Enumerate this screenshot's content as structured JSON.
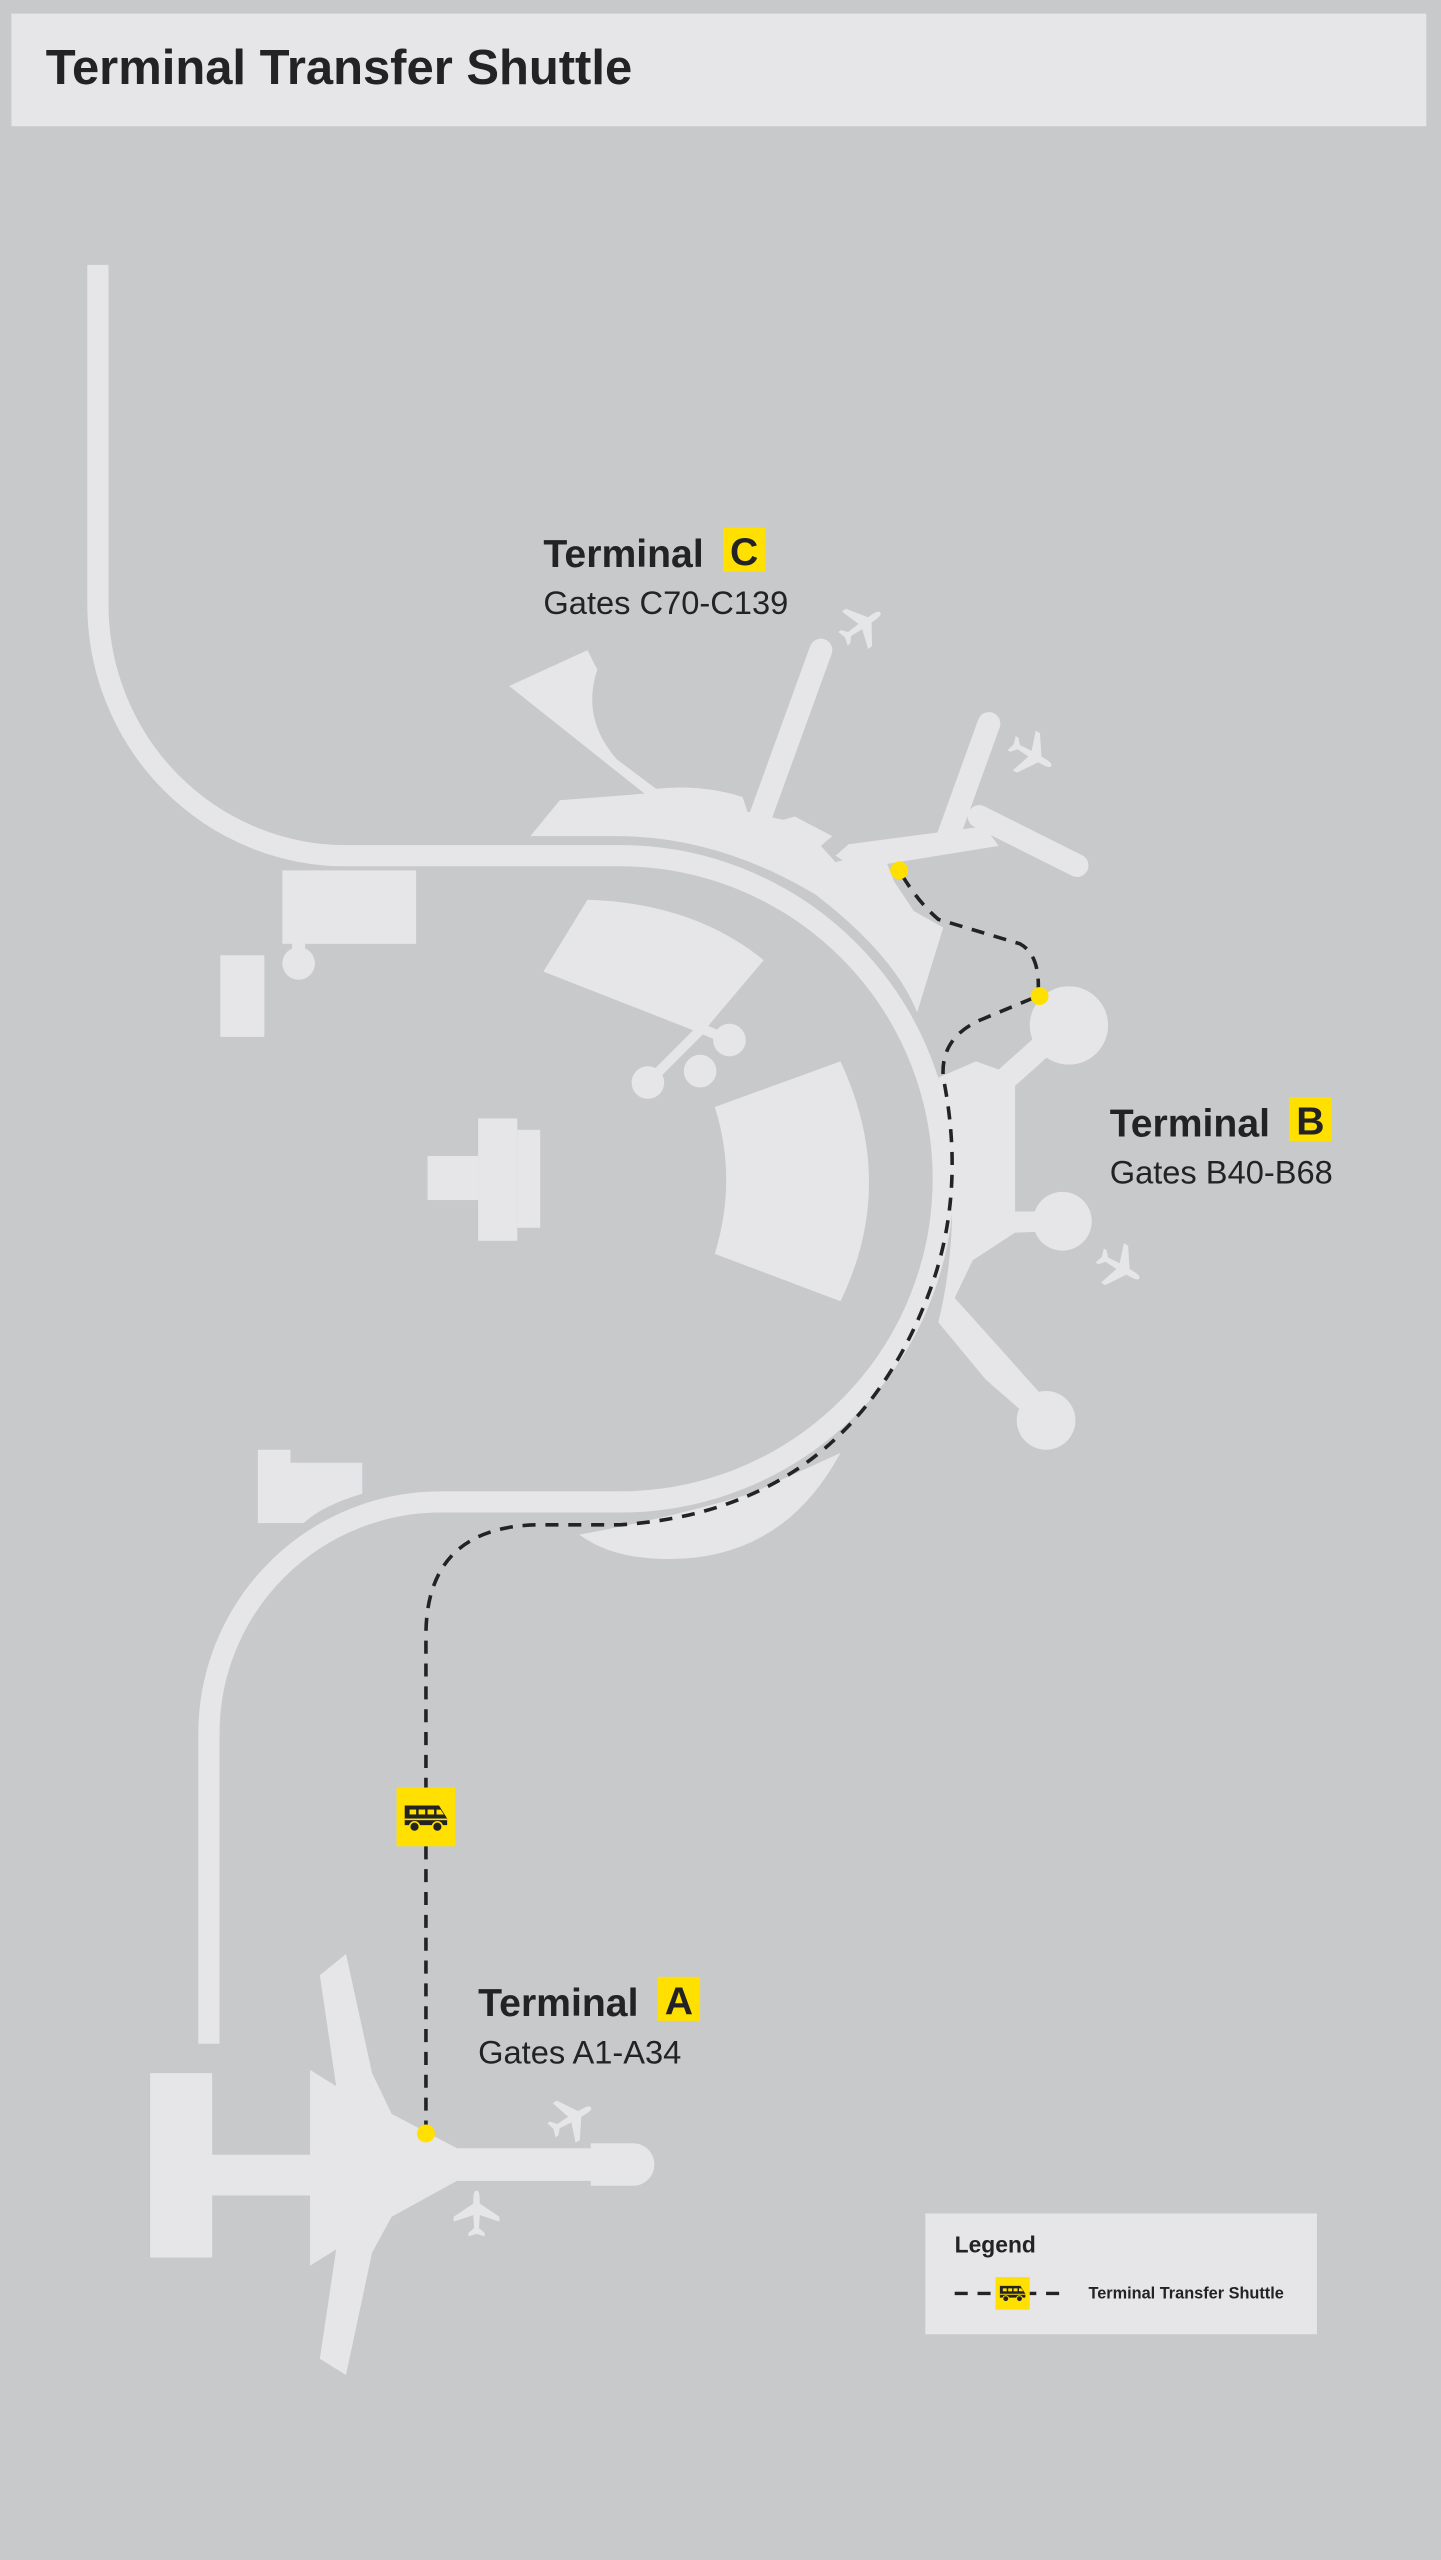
{
  "header": {
    "title": "Terminal Transfer Shuttle"
  },
  "terminals": [
    {
      "label": "Terminal",
      "letter": "C",
      "gates": "Gates C70-C139"
    },
    {
      "label": "Terminal",
      "letter": "B",
      "gates": "Gates B40-B68"
    },
    {
      "label": "Terminal",
      "letter": "A",
      "gates": "Gates A1-A34"
    }
  ],
  "legend": {
    "title": "Legend",
    "shuttle_label": "Terminal Transfer Shuttle"
  },
  "icons": {
    "shuttle": "shuttle-bus-icon",
    "airplane": "airplane-icon",
    "stop": "shuttle-stop-icon"
  },
  "colors": {
    "background": "#c8c9cb",
    "shapes": "#e6e6e8",
    "accent": "#ffe000",
    "text": "#232325"
  }
}
